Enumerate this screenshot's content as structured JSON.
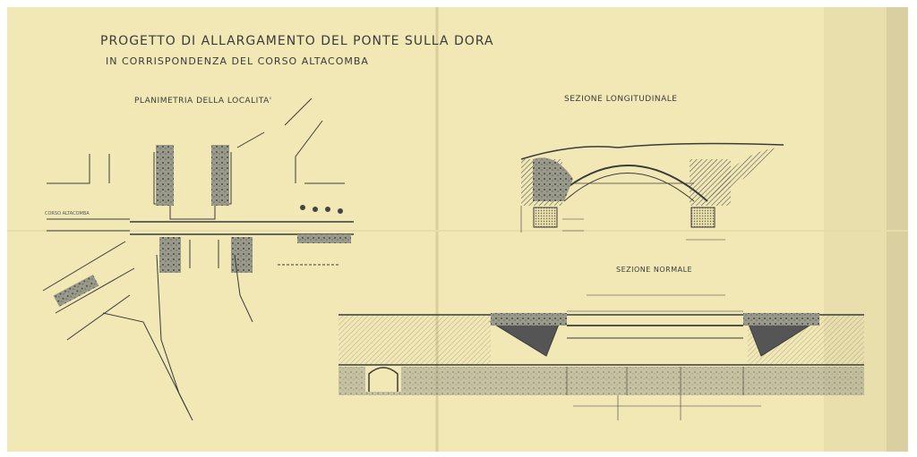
{
  "drawing": {
    "title_line1": "PROGETTO DI ALLARGAMENTO DEL PONTE SULLA DORA",
    "title_line2": "IN CORRISPONDENZA DEL CORSO ALTACOMBA",
    "plan_title": "PLANIMETRIA DELLA LOCALITA'",
    "longitudinal_section_title": "SEZIONE LONGITUDINALE",
    "transverse_section_title": "SEZIONE NORMALE",
    "street_label": "CORSO ALTACOMBA",
    "paper_color": "#f2e8b6",
    "ink_color": "#3b3b3b"
  }
}
